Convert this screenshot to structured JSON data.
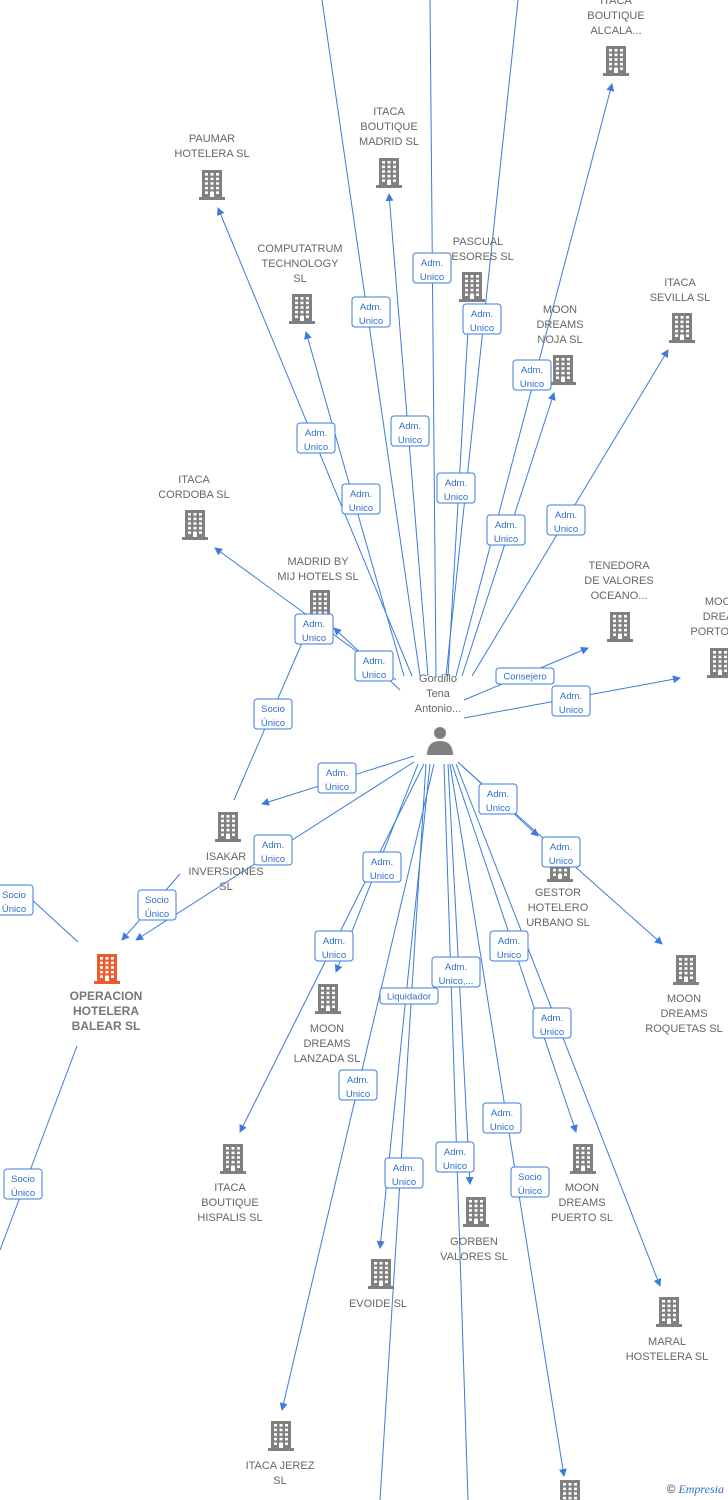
{
  "colors": {
    "edge": "#3b7dd8",
    "company": "#808080",
    "highlight": "#ee5a2c",
    "person": "#808080"
  },
  "person": {
    "name": "Gordillo Tena Antonio...",
    "icon": "person-icon"
  },
  "companies": [
    {
      "id": "itaca-alcala",
      "label": "ITACA BOUTIQUE ALCALA..."
    },
    {
      "id": "paumar",
      "label": "PAUMAR HOTELERA SL"
    },
    {
      "id": "itaca-madrid",
      "label": "ITACA BOUTIQUE MADRID SL"
    },
    {
      "id": "computatrum",
      "label": "COMPUTATRUM TECHNOLOGY SL"
    },
    {
      "id": "pascual",
      "label": "PASCUAL ...ESORES SL"
    },
    {
      "id": "moon-noja",
      "label": "MOON DREAMS NOJA SL"
    },
    {
      "id": "itaca-sevilla",
      "label": "ITACA SEVILLA SL"
    },
    {
      "id": "itaca-cordoba",
      "label": "ITACA CORDOBA SL"
    },
    {
      "id": "madrid-mij",
      "label": "MADRID BY MIJ HOTELS SL"
    },
    {
      "id": "tenedora",
      "label": "TENEDORA DE VALORES OCEANO..."
    },
    {
      "id": "moon-portoma",
      "label": "MOO... DREA... PORTOMA..."
    },
    {
      "id": "isakar",
      "label": "ISAKAR INVERSIONES SL"
    },
    {
      "id": "gestor",
      "label": "GESTOR HOTELERO URBANO SL"
    },
    {
      "id": "operacion",
      "label": "OPERACION HOTELERA BALEAR SL"
    },
    {
      "id": "moon-roquetas",
      "label": "MOON DREAMS ROQUETAS SL"
    },
    {
      "id": "moon-lanzada",
      "label": "MOON DREAMS LANZADA SL"
    },
    {
      "id": "itaca-hispalis",
      "label": "ITACA BOUTIQUE HISPALIS SL"
    },
    {
      "id": "moon-puerto",
      "label": "MOON DREAMS PUERTO SL"
    },
    {
      "id": "gorben",
      "label": "GORBEN VALORES SL"
    },
    {
      "id": "evoide",
      "label": "EVOIDE SL"
    },
    {
      "id": "maral",
      "label": "MARAL HOSTELERA SL"
    },
    {
      "id": "itaca-jerez",
      "label": "ITACA JEREZ SL"
    },
    {
      "id": "bottom-right",
      "label": ""
    }
  ],
  "edge_labels": [
    "Adm. Unico",
    "Adm. Unico",
    "Adm. Unico",
    "Adm. Unico",
    "Adm. Unico",
    "Adm. Unico",
    "Adm. Unico",
    "Adm. Unico",
    "Adm. Unico",
    "Adm. Unico",
    "Adm. Unico",
    "Adm. Unico",
    "Consejero",
    "Adm. Unico",
    "Socio Único",
    "Adm. Unico",
    "Adm. Unico",
    "Socio Único",
    "Socio Único",
    "Adm. Unico",
    "Adm. Unico",
    "Adm. Unico",
    "Adm. Unico",
    "Adm. Unico,...",
    "Liquidador",
    "Adm. Unico",
    "Adm. Unico",
    "Adm. Unico",
    "Adm. Unico",
    "Adm. Unico",
    "Socio Único",
    "Socio Único",
    "Adm. Unico"
  ],
  "watermark": {
    "symbol": "©",
    "brand": "Empresia"
  }
}
